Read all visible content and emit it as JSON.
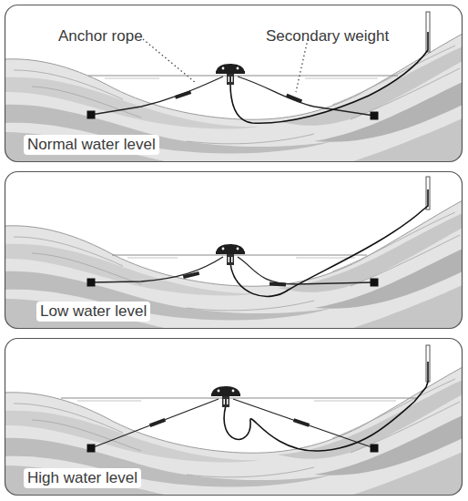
{
  "diagram": {
    "labels": [
      "Anchor rope",
      "Secondary weight",
      "Normal water level",
      "Low water level",
      "High water level"
    ]
  }
}
